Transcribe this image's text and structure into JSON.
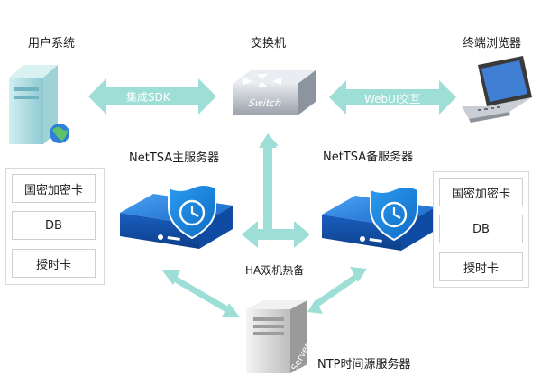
{
  "labels": {
    "user_system": "用户系统",
    "switch": "交换机",
    "browser": "终端浏览器",
    "main_server": "NetTSA主服务器",
    "backup_server": "NetTSA备服务器",
    "ha": "HA双机热备",
    "ntp": "NTP时间源服务器"
  },
  "arrows": {
    "sdk": "集成SDK",
    "webui": "WebUI交互"
  },
  "device_text": {
    "switch": "Switch",
    "server": "Server"
  },
  "left_cards": [
    "国密加密卡",
    "DB",
    "授时卡"
  ],
  "right_cards": [
    "国密加密卡",
    "DB",
    "授时卡"
  ],
  "colors": {
    "arrow": "#9ddfd6",
    "shield": "#1787dd",
    "server_blue": "#1f6fd1"
  }
}
